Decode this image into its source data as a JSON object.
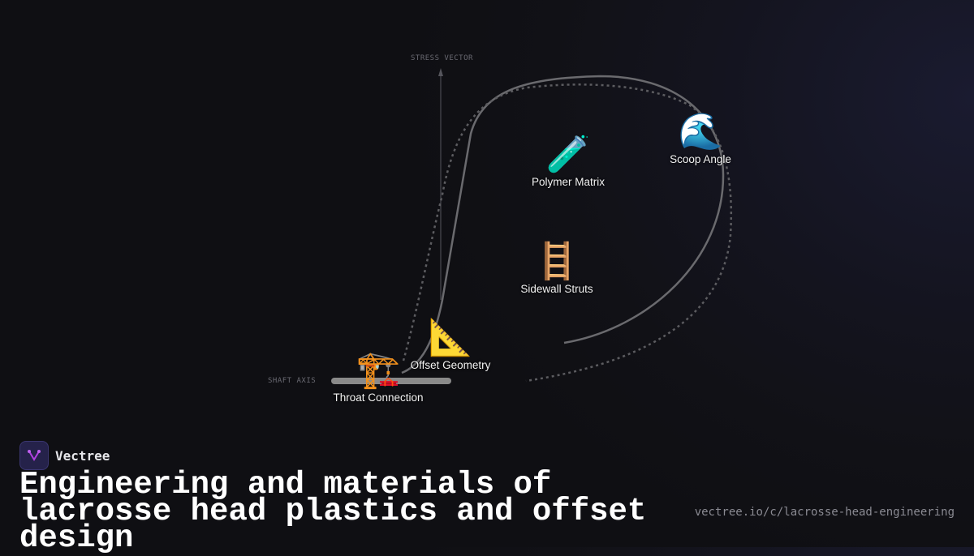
{
  "diagram": {
    "axis_y_label": "STRESS VECTOR",
    "axis_x_label": "SHAFT AXIS",
    "nodes": [
      {
        "id": "polymer",
        "icon": "test-tube-icon",
        "emoji": "🧪",
        "label": "Polymer Matrix"
      },
      {
        "id": "scoop",
        "icon": "wave-icon",
        "emoji": "🌊",
        "label": "Scoop Angle"
      },
      {
        "id": "sidewall",
        "icon": "ladder-icon",
        "emoji": "🪜",
        "label": "Sidewall Struts"
      },
      {
        "id": "offset",
        "icon": "triangular-ruler-icon",
        "emoji": "📐",
        "label": "Offset Geometry"
      },
      {
        "id": "throat",
        "icon": "crane-icon",
        "emoji": "🏗️",
        "label": "Throat Connection"
      }
    ]
  },
  "footer": {
    "brand": "Vectree",
    "title": "Engineering and materials of lacrosse head plastics and offset design",
    "url": "vectree.io/c/lacrosse-head-engineering"
  }
}
